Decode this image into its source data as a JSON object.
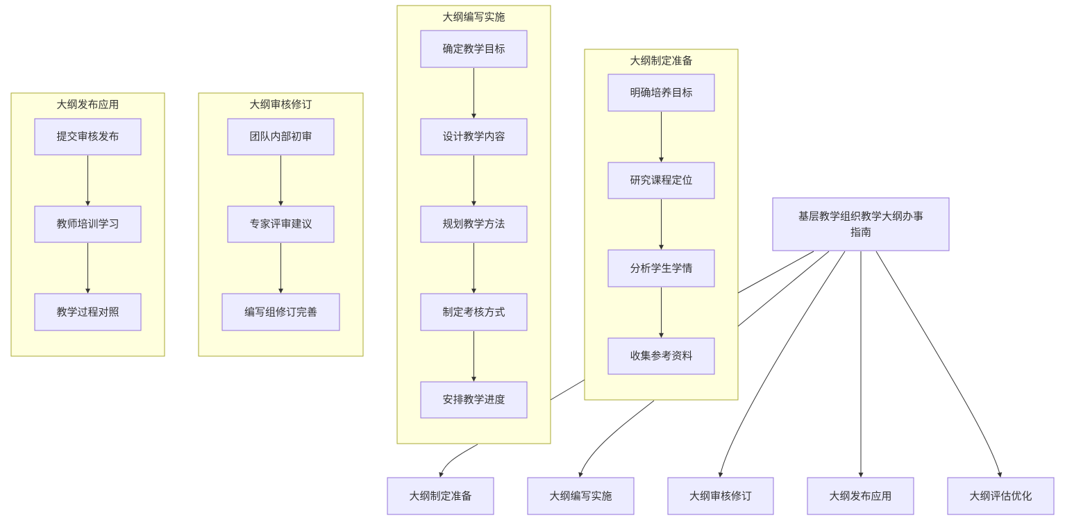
{
  "center": {
    "line1": "基层教学组织教学大纲办事",
    "line2": "指南"
  },
  "clusters": {
    "publish": {
      "title": "大纲发布应用",
      "nodes": [
        "提交审核发布",
        "教师培训学习",
        "教学过程对照"
      ]
    },
    "review": {
      "title": "大纲审核修订",
      "nodes": [
        "团队内部初审",
        "专家评审建议",
        "编写组修订完善"
      ]
    },
    "write": {
      "title": "大纲编写实施",
      "nodes": [
        "确定教学目标",
        "设计教学内容",
        "规划教学方法",
        "制定考核方式",
        "安排教学进度"
      ]
    },
    "prepare": {
      "title": "大纲制定准备",
      "nodes": [
        "明确培养目标",
        "研究课程定位",
        "分析学生学情",
        "收集参考资料"
      ]
    }
  },
  "bottom": [
    "大纲制定准备",
    "大纲编写实施",
    "大纲审核修订",
    "大纲发布应用",
    "大纲评估优化"
  ],
  "colors": {
    "cluster_fill": "#ffffde",
    "cluster_stroke": "#aaaa33",
    "node_fill": "#ececff",
    "node_stroke": "#9370db",
    "edge": "#333333",
    "text": "#333333"
  }
}
